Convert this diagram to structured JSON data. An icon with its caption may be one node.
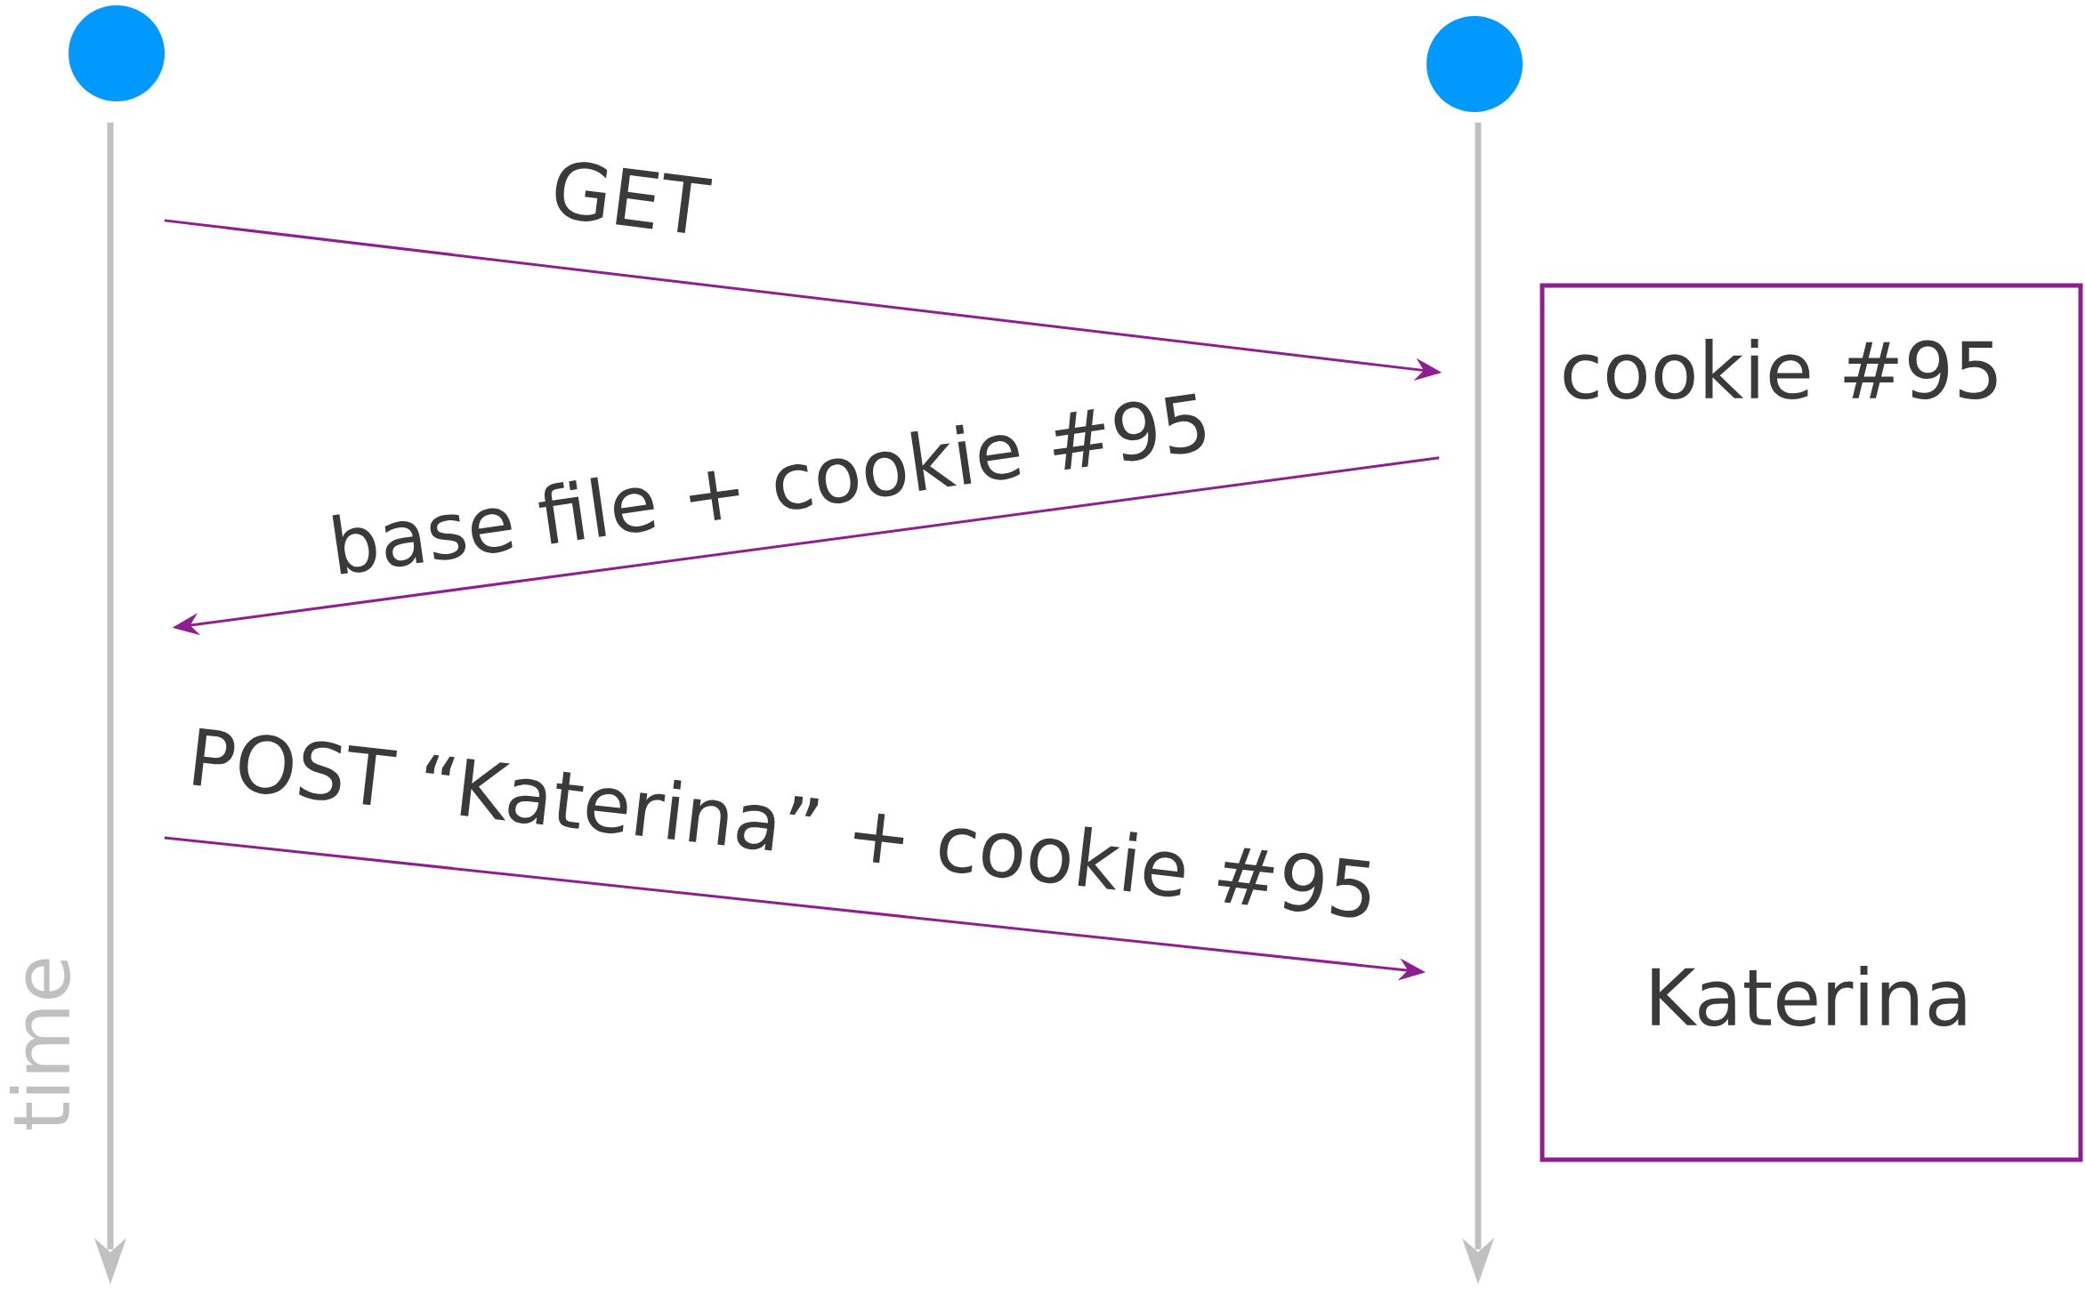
{
  "diagram": {
    "nodes": [
      {
        "text": [],
        "shape": "circle"
      },
      {
        "text": [],
        "shape": "circle"
      },
      {
        "text": [],
        "shape": "bar",
        "beside": [
          "time"
        ]
      },
      {
        "text": [],
        "shape": "bar"
      },
      {
        "text": [
          "cookie #95",
          "Katerina"
        ]
      }
    ],
    "edges": [
      {
        "from": 2,
        "to": 3,
        "arrow": "to",
        "label": "GET"
      },
      {
        "from": 3,
        "to": 2,
        "arrow": "to",
        "label": "base file + cookie #95"
      },
      {
        "from": 2,
        "to": 3,
        "arrow": "to",
        "label": "POST “Katerina” + cookie #95"
      }
    ]
  }
}
